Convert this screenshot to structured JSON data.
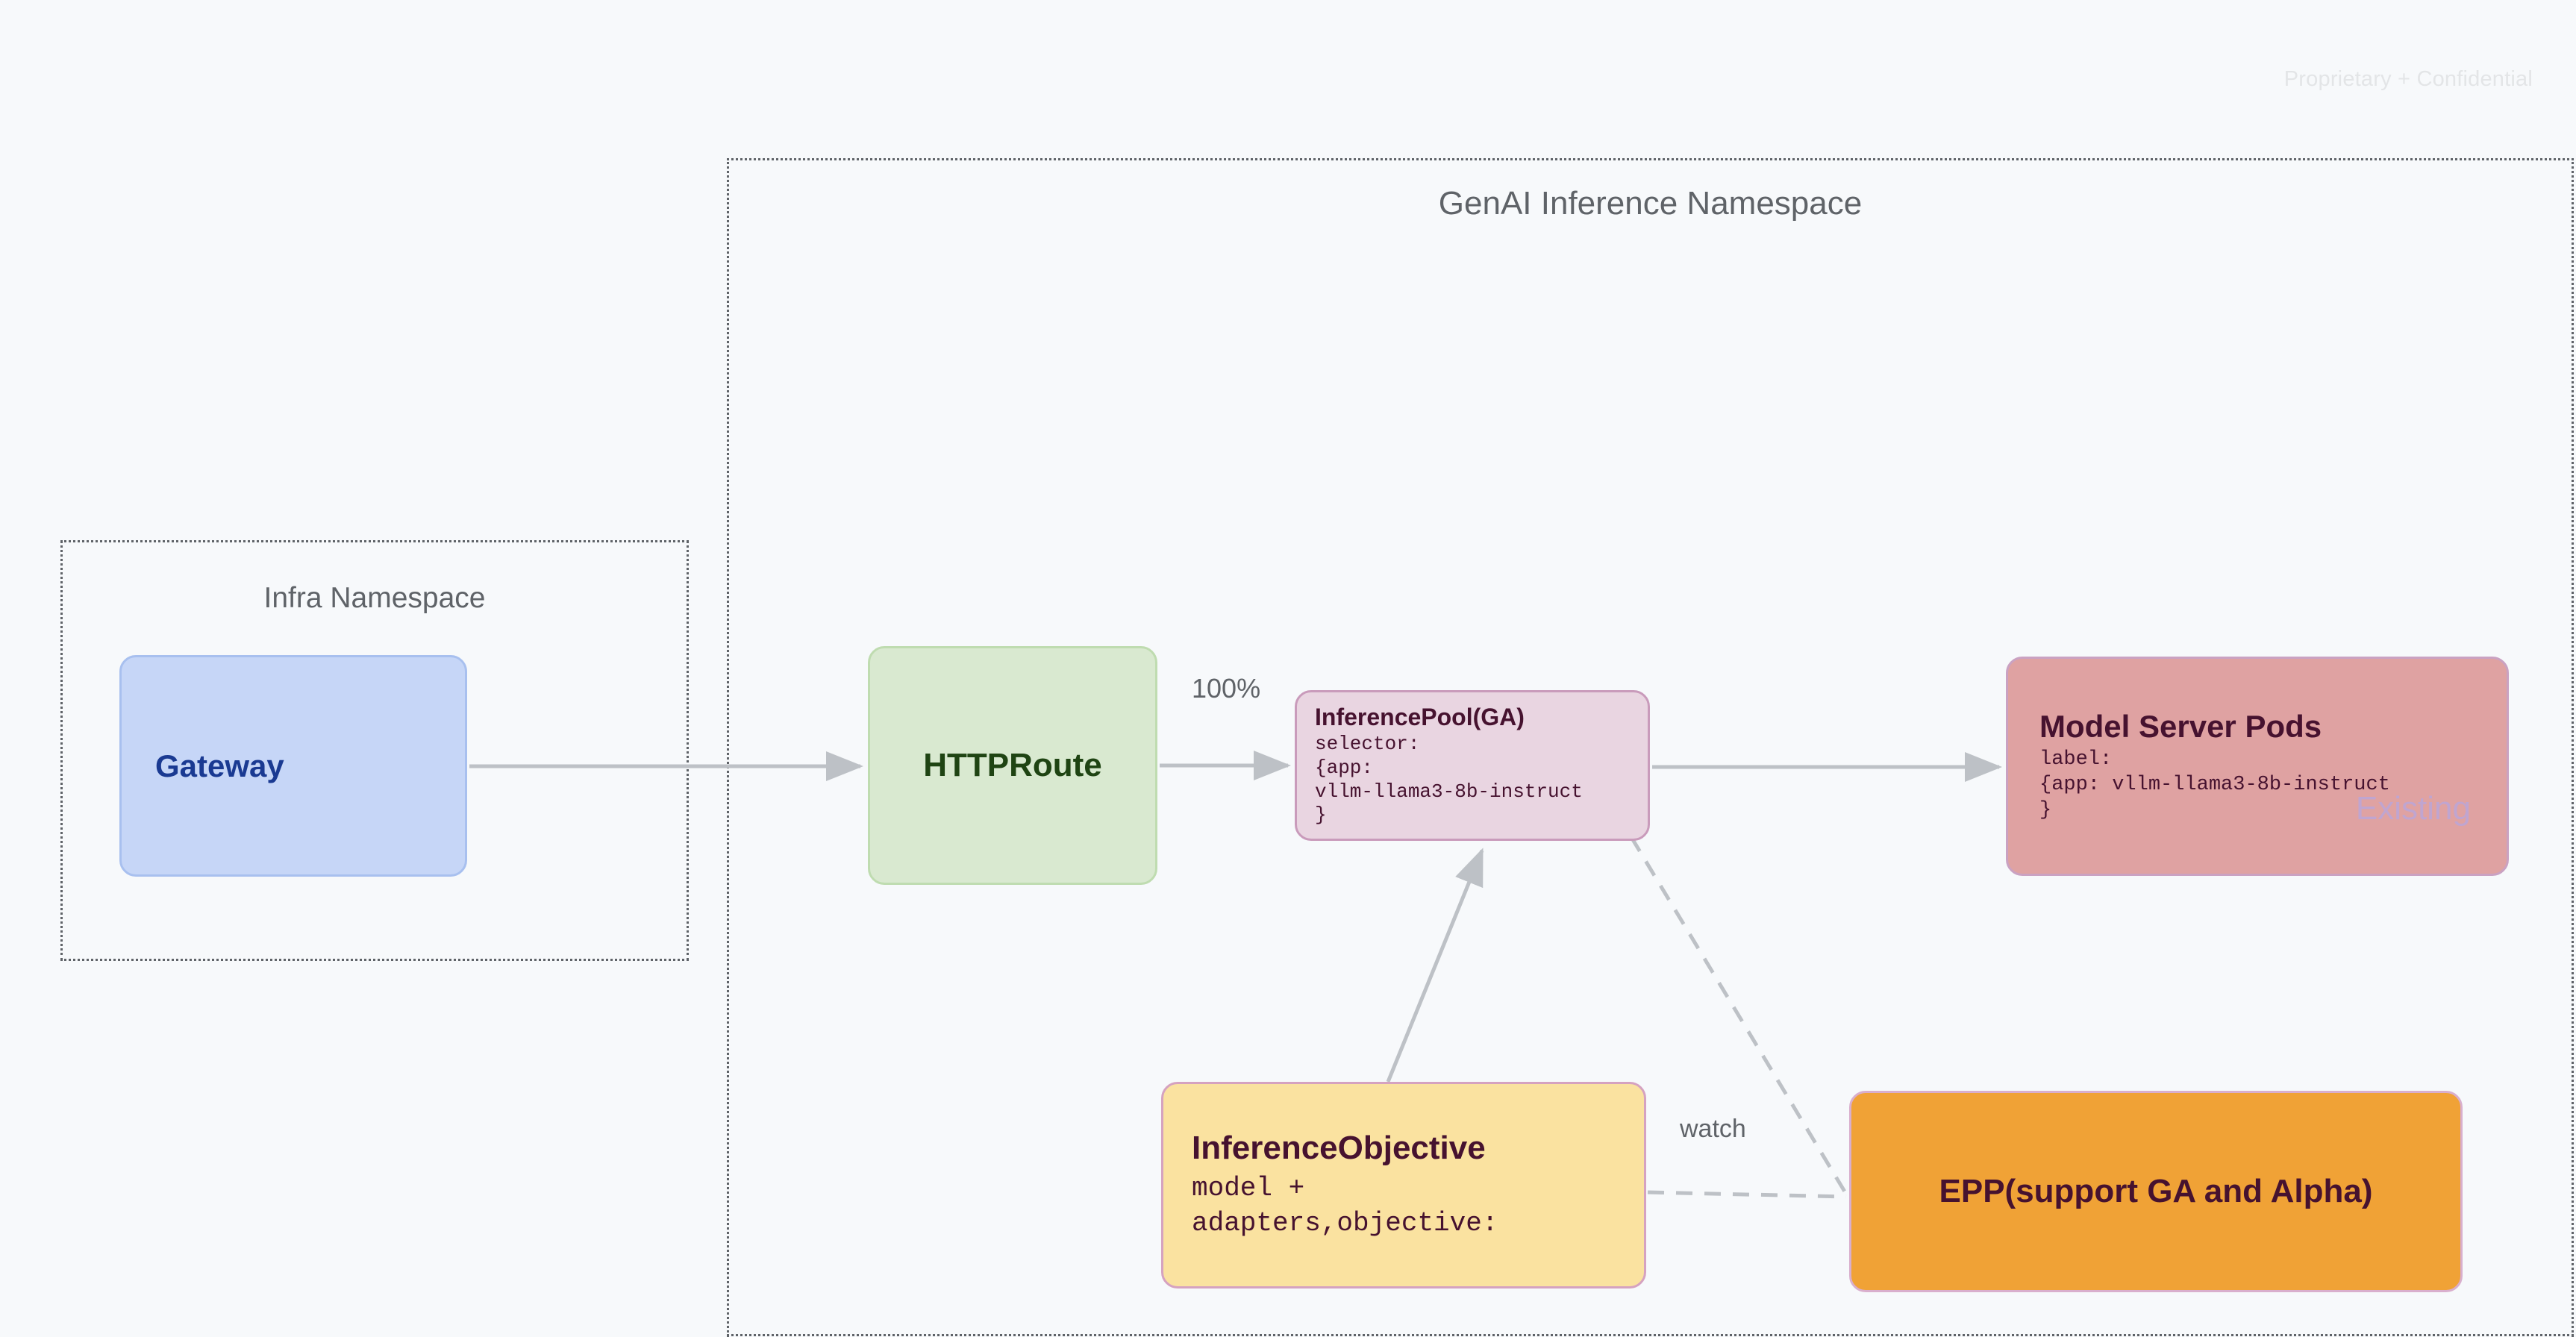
{
  "page": {
    "confidential_notice": "Proprietary + Confidential",
    "background_color": "#f7f9fb"
  },
  "namespaces": [
    {
      "id": "infra",
      "title": "Infra Namespace",
      "border_color": "#5f6368",
      "border_style": "dotted"
    },
    {
      "id": "genai",
      "title": "GenAI Inference Namespace",
      "border_color": "#5f6368",
      "border_style": "dotted"
    }
  ],
  "nodes": {
    "gateway": {
      "title": "Gateway",
      "fill": "#c6d6f7",
      "border": "#a8c0ef",
      "text_color": "#1a3a92"
    },
    "httproute": {
      "title": "HTTPRoute",
      "fill": "#d9e9d0",
      "border": "#bfdcb0",
      "text_color": "#1f4413"
    },
    "inferencepool": {
      "title": "InferencePool(GA)",
      "body": "selector:\n{app:\nvllm-llama3-8b-instruct\n}",
      "fill": "#e9d5e1",
      "border": "#c99bbb",
      "text_color": "#46122f"
    },
    "modelserver": {
      "title": "Model Server Pods",
      "body": "label:\n{app: vllm-llama3-8b-instruct\n}",
      "stamp": "Existing",
      "fill": "#dfa2a2",
      "border": "#caa2c2",
      "text_color": "#46122f",
      "stamp_color": "#c0a5d0"
    },
    "inferenceobjective": {
      "title": "InferenceObjective",
      "body": "model +\nadapters,objective:",
      "fill": "#fae2a0",
      "border": "#d5a2c0",
      "text_color": "#46122f"
    },
    "epp": {
      "title": "EPP(support GA and Alpha)",
      "fill": "#f0a236",
      "border": "#d9afcd",
      "text_color": "#46122f"
    }
  },
  "edges": [
    {
      "id": "gateway-to-httproute",
      "from": "gateway",
      "to": "httproute",
      "label": "",
      "style": "solid"
    },
    {
      "id": "httproute-to-inferencepool",
      "from": "httproute",
      "to": "inferencepool",
      "label": "100%",
      "style": "solid"
    },
    {
      "id": "inferencepool-to-modelserver",
      "from": "inferencepool",
      "to": "modelserver",
      "label": "",
      "style": "solid"
    },
    {
      "id": "inferenceobjective-to-inferencepool",
      "from": "inferenceobjective",
      "to": "inferencepool",
      "label": "",
      "style": "solid"
    },
    {
      "id": "inferencepool-to-epp",
      "from": "inferencepool",
      "to": "epp",
      "label": "",
      "style": "dashed"
    },
    {
      "id": "inferenceobjective-to-epp",
      "from": "inferenceobjective",
      "to": "epp",
      "label": "watch",
      "style": "dashed"
    }
  ],
  "edge_labels": {
    "traffic_weight": "100%",
    "watch": "watch"
  },
  "colors": {
    "connector": "#bdc1c6",
    "namespace_border": "#5f6368",
    "watermark": "#e3e5e7"
  }
}
